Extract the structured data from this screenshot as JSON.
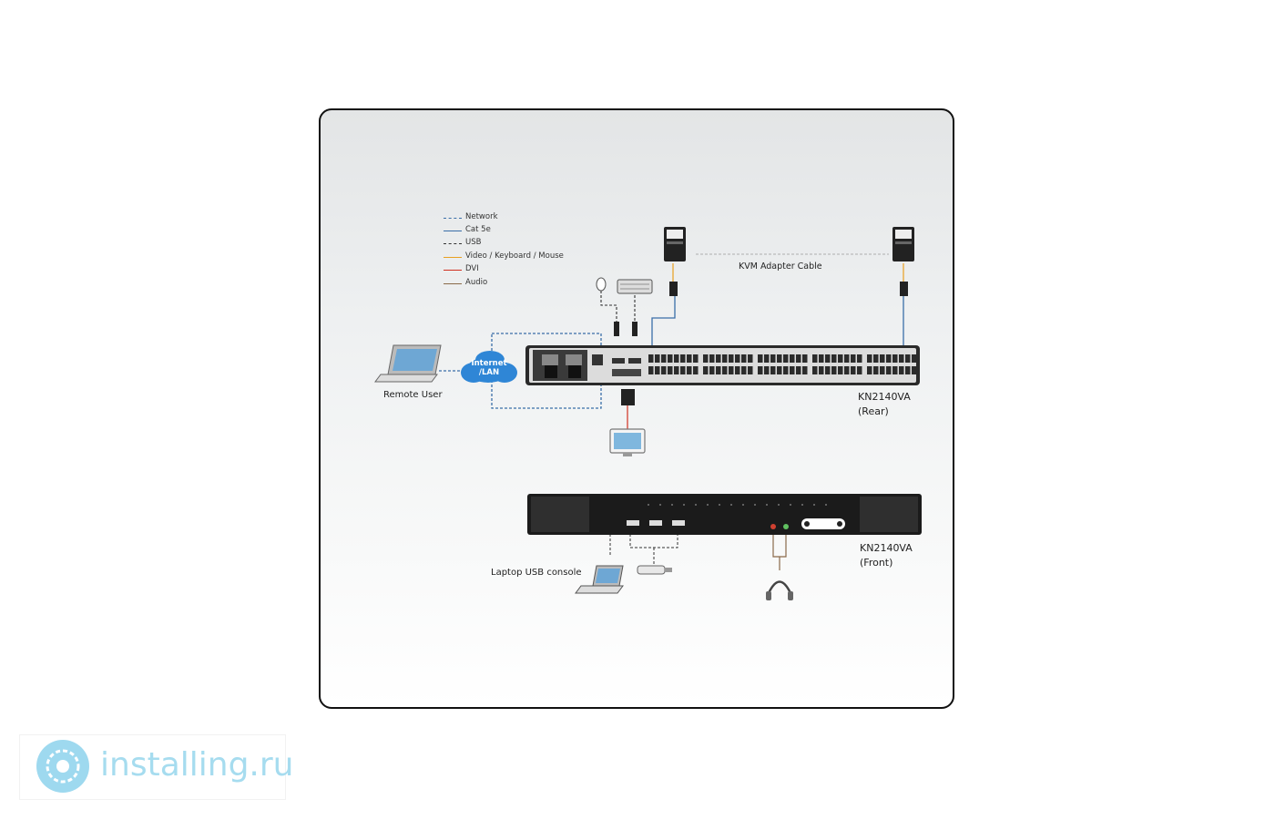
{
  "legend": [
    {
      "label": "Network",
      "color": "#3a6ea8",
      "style": "dashed"
    },
    {
      "label": "Cat 5e",
      "color": "#3a6ea8",
      "style": "solid"
    },
    {
      "label": "USB",
      "color": "#333333",
      "style": "dashed"
    },
    {
      "label": "Video / Keyboard / Mouse",
      "color": "#e8a020",
      "style": "solid"
    },
    {
      "label": "DVI",
      "color": "#d03020",
      "style": "solid"
    },
    {
      "label": "Audio",
      "color": "#8a6a4a",
      "style": "solid"
    }
  ],
  "labels": {
    "kvm_adapter_cable": "KVM Adapter Cable",
    "internet_lan_1": "Internet",
    "internet_lan_2": "/LAN",
    "remote_user": "Remote User",
    "rear_model": "KN2140VA",
    "rear_side": "(Rear)",
    "front_model": "KN2140VA",
    "front_side": "(Front)",
    "laptop_usb_console": "Laptop USB console"
  },
  "colors": {
    "network": "#3a6ea8",
    "cat5e": "#3a6ea8",
    "usb": "#333333",
    "vkm": "#e8a020",
    "dvi": "#d03020",
    "audio": "#8a6a4a",
    "cloud": "#2f86d6"
  },
  "watermark": {
    "text": "installing.ru",
    "icon": "gear-circle-logo-icon"
  }
}
